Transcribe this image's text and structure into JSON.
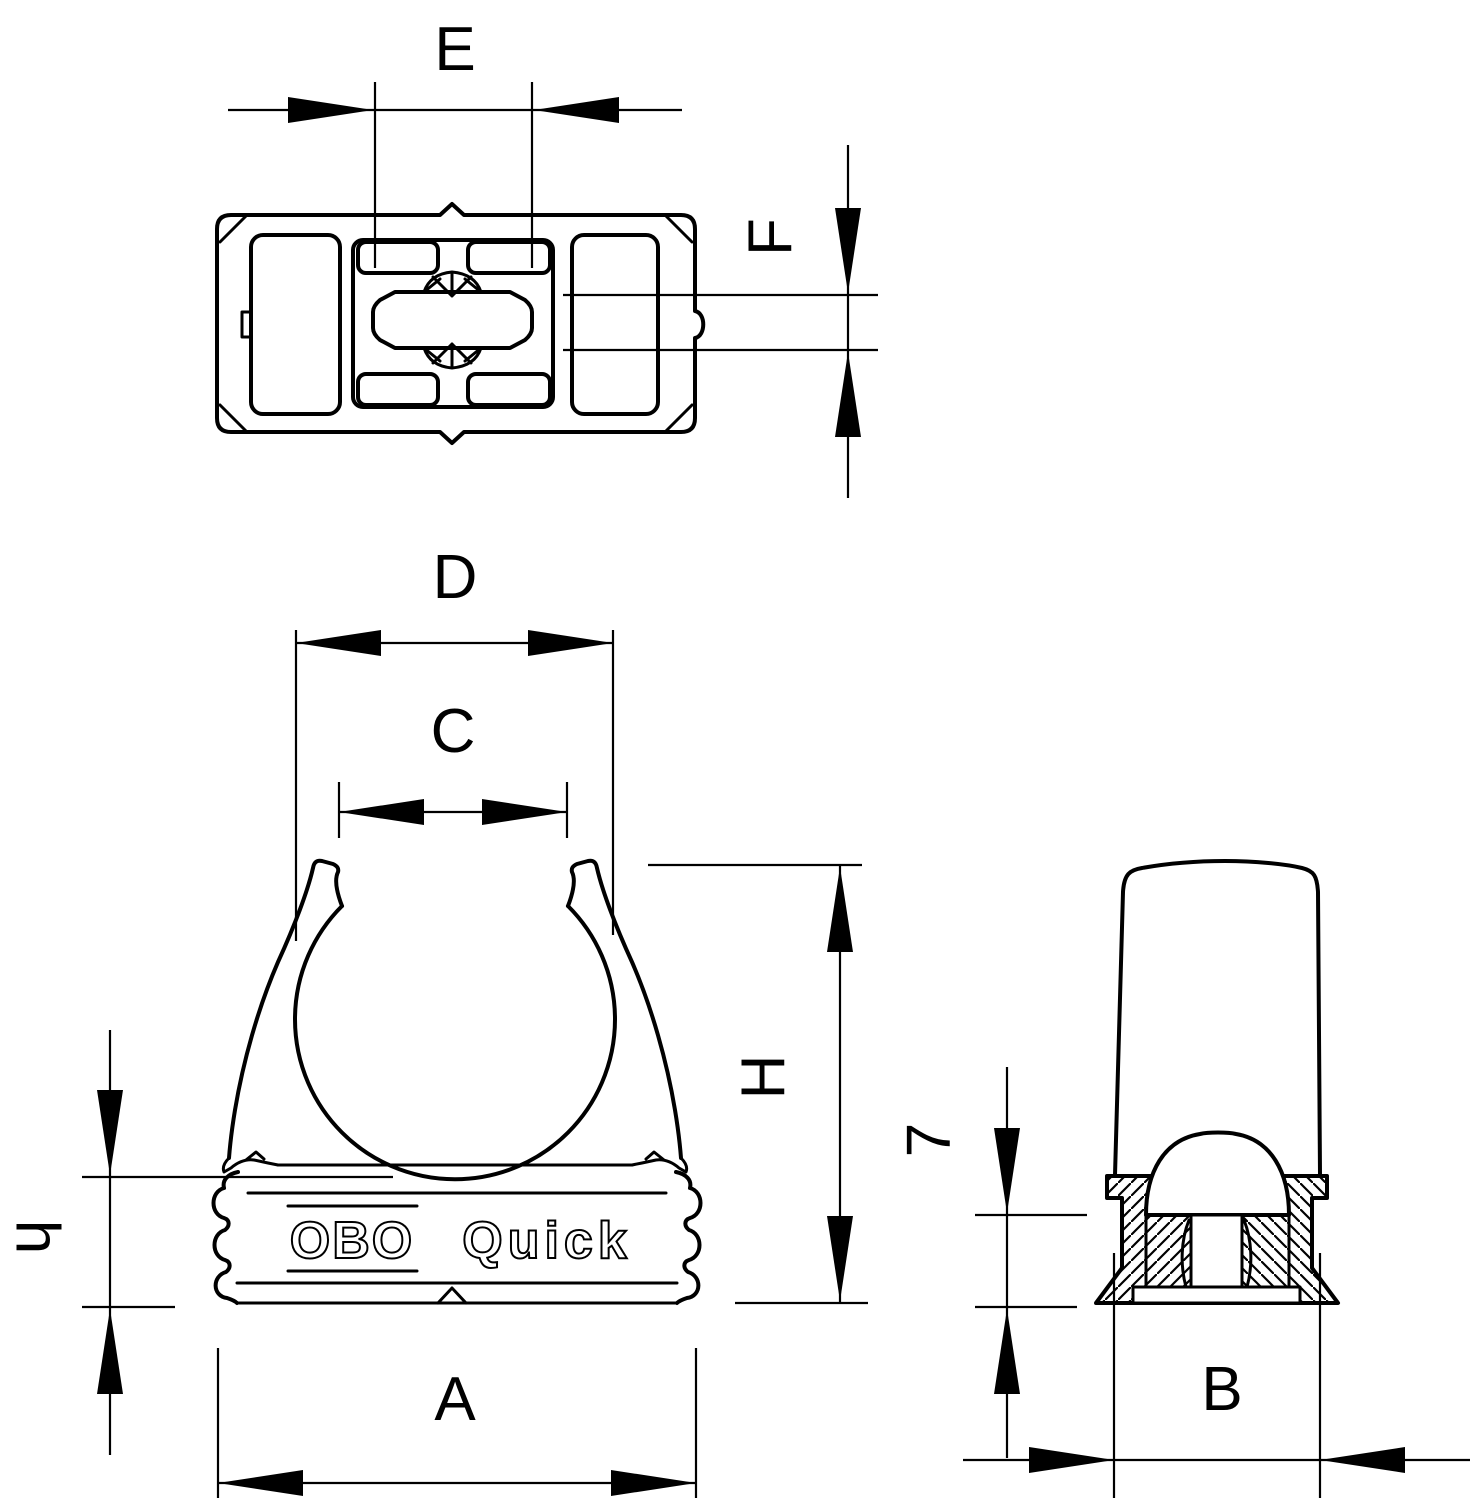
{
  "drawing_type": "dimensional technical drawing of pipe clamp",
  "colors": {
    "ink": "#000000",
    "paper": "#ffffff"
  },
  "views": {
    "top_view": {
      "width_label": "E",
      "slot_height_label": "F"
    },
    "front_view": {
      "outer_width_label": "D",
      "opening_width_label": "C",
      "total_height_label": "H",
      "base_height_label": "h",
      "base_width_label": "A",
      "embossed_text": {
        "brand": "OBO",
        "product": "Quick"
      }
    },
    "side_view": {
      "width_label": "B",
      "base_section_label": "7"
    }
  }
}
